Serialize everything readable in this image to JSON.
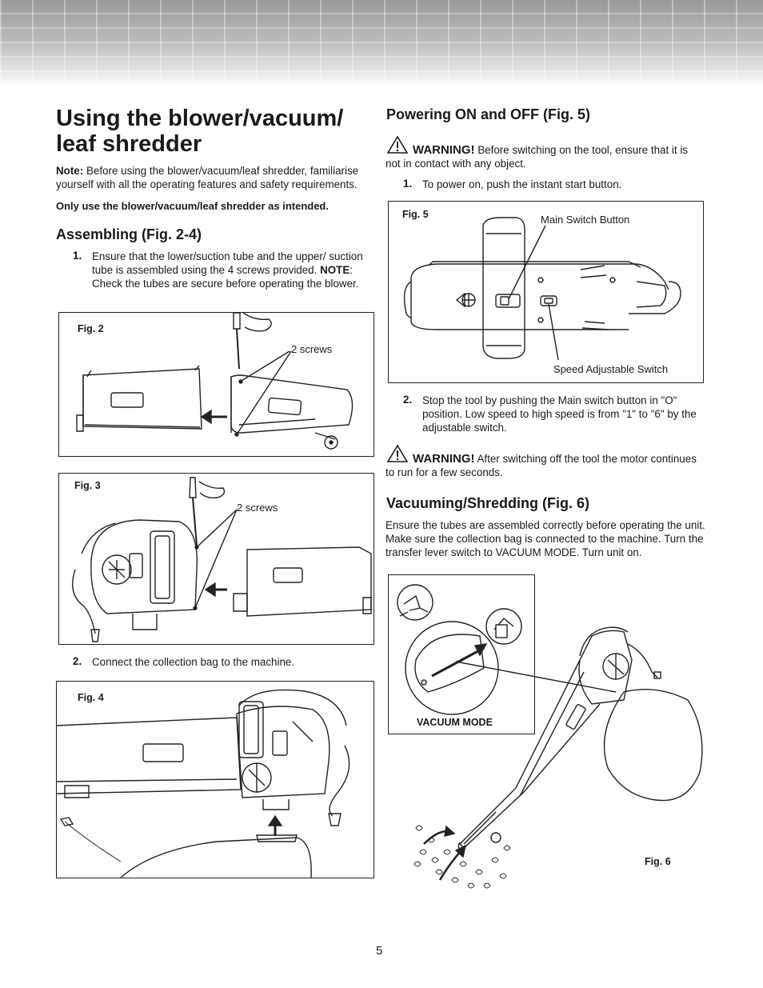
{
  "title": "Using the blower/vacuum/ leaf shredder",
  "intro": {
    "note_label": "Note:",
    "note_text": "Before using the blower/vacuum/leaf shredder, familiarise yourself with all the operating features and safety requirements.",
    "only_use": "Only use the blower/vacuum/leaf shredder as intended."
  },
  "assembling": {
    "heading": "Assembling (Fig. 2-4)",
    "step1_num": "1.",
    "step1_text": "Ensure that the lower/suction tube and the upper/ suction tube is assembled using the 4 screws provided.",
    "step1_note_label": "NOTE",
    "step1_note_text": ": Check the tubes are secure before operating the blower.",
    "step2_num": "2.",
    "step2_text": "Connect the collection bag to the machine."
  },
  "figures": {
    "fig2": {
      "label": "Fig. 2",
      "callout": "2 screws"
    },
    "fig3": {
      "label": "Fig. 3",
      "callout": "2 screws"
    },
    "fig4": {
      "label": "Fig. 4"
    },
    "fig5": {
      "label": "Fig. 5",
      "callout_main": "Main Switch Button",
      "callout_speed": "Speed Adjustable Switch"
    },
    "fig6": {
      "label": "Fig. 6",
      "callout": "VACUUM MODE"
    }
  },
  "powering": {
    "heading": "Powering ON and OFF (Fig. 5)",
    "warning1_label": "WARNING!",
    "warning1_text": "Before switching on the tool, ensure that it is not in contact with any object.",
    "step1_num": "1.",
    "step1_text": "To power on, push the instant start button.",
    "step2_num": "2.",
    "step2_text": "Stop the tool by pushing the Main switch button in \"O\" position. Low speed to high speed is from \"1\" to \"6\" by the adjustable switch.",
    "warning2_label": "WARNING!",
    "warning2_text": "After switching off the tool the motor continues to run for a few seconds."
  },
  "vacuuming": {
    "heading": "Vacuuming/Shredding  (Fig. 6)",
    "text": "Ensure the tubes are assembled correctly before operating the unit. Make sure the collection bag is connected to the machine. Turn the transfer lever switch to VACUUM MODE. Turn unit on."
  },
  "page_number": "5"
}
